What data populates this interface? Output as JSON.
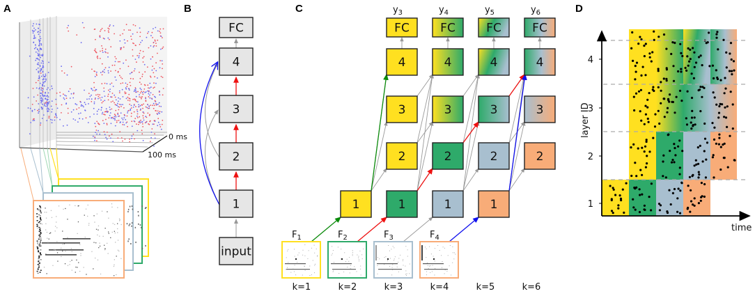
{
  "panels": {
    "A": {
      "label": "A",
      "time_labels": [
        "0 ms",
        "100 ms"
      ],
      "frame_colors": [
        "#ffe020",
        "#2eaa6a",
        "#a8bfcf",
        "#f8ac78"
      ]
    },
    "B": {
      "label": "B",
      "boxes": [
        "FC",
        "4",
        "3",
        "2",
        "1",
        "input"
      ],
      "box_fill": "#e6e6e6"
    },
    "C": {
      "label": "C",
      "outputs": [
        {
          "name": "y",
          "sub": "3"
        },
        {
          "name": "y",
          "sub": "4"
        },
        {
          "name": "y",
          "sub": "5"
        },
        {
          "name": "y",
          "sub": "6"
        }
      ],
      "inputs": [
        {
          "name": "F",
          "sub": "1",
          "color": "#ffe020"
        },
        {
          "name": "F",
          "sub": "2",
          "color": "#2eaa6a"
        },
        {
          "name": "F",
          "sub": "3",
          "color": "#a8bfcf"
        },
        {
          "name": "F",
          "sub": "4",
          "color": "#f8ac78"
        }
      ],
      "steps": [
        "k=1",
        "k=2",
        "k=3",
        "k=4",
        "k=5",
        "k=6"
      ],
      "fc_label": "FC",
      "layer_labels": [
        "1",
        "2",
        "3",
        "4"
      ]
    },
    "D": {
      "label": "D",
      "ylabel": "layer ID",
      "xlabel": "time",
      "yticks": [
        "1",
        "2",
        "3",
        "4"
      ]
    }
  },
  "colors": {
    "yellow": "#ffe020",
    "green": "#2eaa6a",
    "blue_gray": "#a8bfcf",
    "orange": "#f8ac78",
    "red_arrow": "#ee1111",
    "green_arrow": "#0a8a0a",
    "blue_arrow": "#1010ee",
    "gray_arrow": "#999999",
    "event_red": "#ee5560",
    "event_blue": "#6a6af0"
  }
}
